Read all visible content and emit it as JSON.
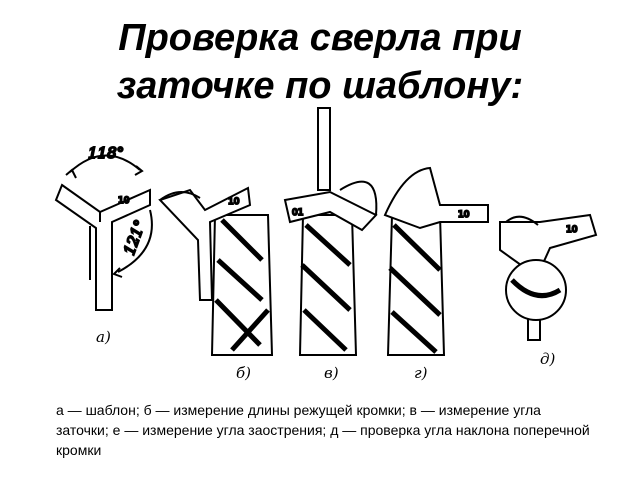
{
  "title": {
    "line1": "Проверка сверла при",
    "line2": "заточке по шаблону:"
  },
  "diagram": {
    "angle_top": "118°",
    "angle_side": "121°",
    "scale_mark": "10",
    "scale_mark_v": "01",
    "labels": {
      "a": "а)",
      "b": "б)",
      "v": "в)",
      "g": "г)",
      "d": "д)"
    }
  },
  "caption": "а — шаблон; б — измерение длины режущей кромки; в — измерение угла заточки; е — измерение угла заострения; д — проверка угла наклона поперечной кромки",
  "colors": {
    "ink": "#000000",
    "background": "#ffffff"
  }
}
